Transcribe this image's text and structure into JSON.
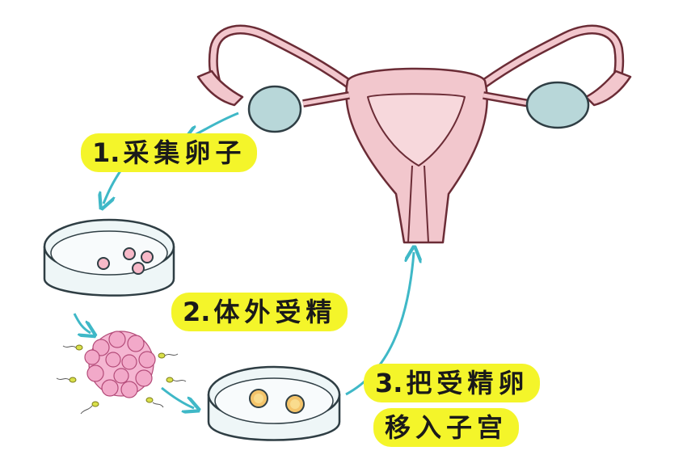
{
  "colors": {
    "highlight": "#f4f52a",
    "uterus_fill": "#f2c7cd",
    "uterus_outline": "#6b2c36",
    "ovary_fill": "#b8d7d9",
    "arrow": "#3fb8c7",
    "dish_fill": "#eef6f7",
    "egg_fill": "#f7b9c8",
    "fertilized_fill": "#f4c46a",
    "embryo_fill": "#f2a9c9",
    "sperm": "#d9e04a"
  },
  "icons": [
    "uterus-icon",
    "ovary-icon",
    "petri-dish-icon",
    "egg-icon",
    "embryo-cluster-icon",
    "sperm-icon",
    "flow-arrow-icon"
  ],
  "steps": [
    {
      "number": "1.",
      "text": "采集卵子"
    },
    {
      "number": "2.",
      "text": "体外受精"
    },
    {
      "number": "3.",
      "text": "把受精卵",
      "text2": "移入子宫"
    }
  ]
}
